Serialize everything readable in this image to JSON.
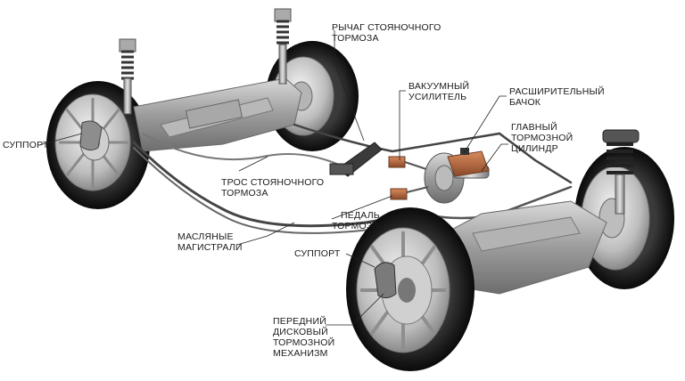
{
  "labels": {
    "parking_lever_1": "РЫЧАГ СТОЯНОЧНОГО",
    "parking_lever_2": "ТОРМОЗА",
    "vacuum_1": "ВАКУУМНЫЙ",
    "vacuum_2": "УСИЛИТЕЛЬ",
    "reservoir_1": "РАСШИРИТЕЛЬНЫЙ",
    "reservoir_2": "БАЧОК",
    "master_1": "ГЛАВНЫЙ",
    "master_2": "ТОРМОЗНОЙ",
    "master_3": "ЦИЛИНДР",
    "caliper_rear": "СУППОРТ",
    "cable_1": "ТРОС СТОЯНОЧНОГО",
    "cable_2": "ТОРМОЗА",
    "pedal_1": "ПЕДАЛЬ",
    "pedal_2": "ТОРМОЗА",
    "lines_1": "МАСЛЯНЫЕ",
    "lines_2": "МАГИСТРАЛИ",
    "caliper_front": "СУППОРТ",
    "disc_1": "ПЕРЕДНИЙ",
    "disc_2": "ДИСКОВЫЙ",
    "disc_3": "ТОРМОЗНОЙ",
    "disc_4": "МЕХАНИЗМ"
  }
}
